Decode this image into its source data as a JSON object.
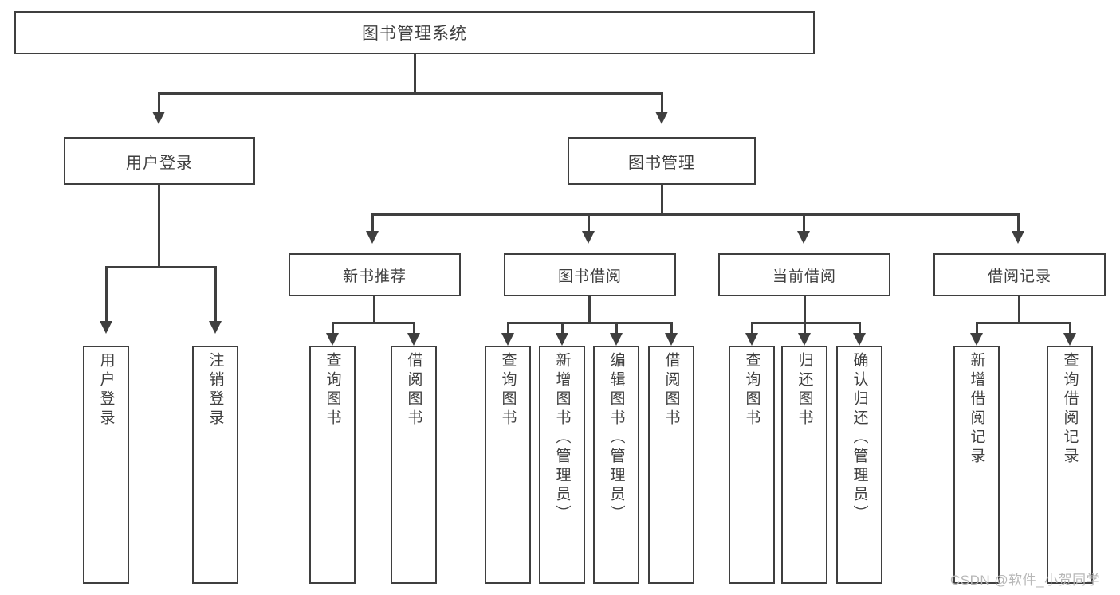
{
  "diagram": {
    "title": "图书管理系统",
    "type": "tree-hierarchy-chart",
    "root": {
      "label": "图书管理系统"
    },
    "level1": [
      {
        "label": "用户登录"
      },
      {
        "label": "图书管理"
      }
    ],
    "level2": [
      {
        "label": "新书推荐"
      },
      {
        "label": "图书借阅"
      },
      {
        "label": "当前借阅"
      },
      {
        "label": "借阅记录"
      }
    ],
    "leaves": [
      {
        "label": "用户登录"
      },
      {
        "label": "注销登录"
      },
      {
        "label": "查询图书"
      },
      {
        "label": "借阅图书"
      },
      {
        "label": "查询图书"
      },
      {
        "label": "新增图书（管理员）"
      },
      {
        "label": "编辑图书（管理员）"
      },
      {
        "label": "借阅图书"
      },
      {
        "label": "查询图书"
      },
      {
        "label": "归还图书"
      },
      {
        "label": "确认归还（管理员）"
      },
      {
        "label": "新增借阅记录"
      },
      {
        "label": "查询借阅记录"
      }
    ]
  },
  "watermark": {
    "text": "CSDN @软件_小贺同学"
  },
  "colors": {
    "line": "#3f3f3f",
    "text": "#3f3f3f",
    "background": "#ffffff",
    "watermark": "#b7b7b7"
  }
}
